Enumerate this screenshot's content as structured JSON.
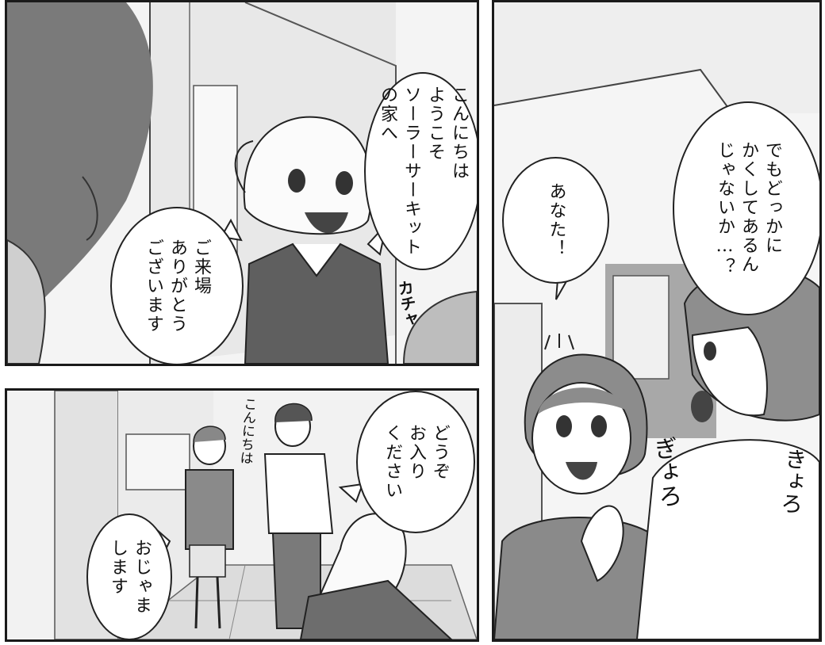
{
  "panels": {
    "top_left": {
      "bubbles": {
        "greeting": "こんにちは\nようこそ\nソーラーサーキット\nの家へ",
        "thanks": "ご来場\nありがとう\nございます"
      },
      "sfx": "カチャ"
    },
    "bottom_left": {
      "bubbles": {
        "welcome_in": "どうぞ\nお入り\nください",
        "excuse_me": "おじゃま\nします"
      },
      "sfx_hello": "こんにちは"
    },
    "right": {
      "bubbles": {
        "hidden": "でもどっかに\nかくしてあるん\nじゃないか…？",
        "anata": "あなた！"
      },
      "sfx_left": "ぎょろ",
      "sfx_right": "きょろ"
    }
  }
}
